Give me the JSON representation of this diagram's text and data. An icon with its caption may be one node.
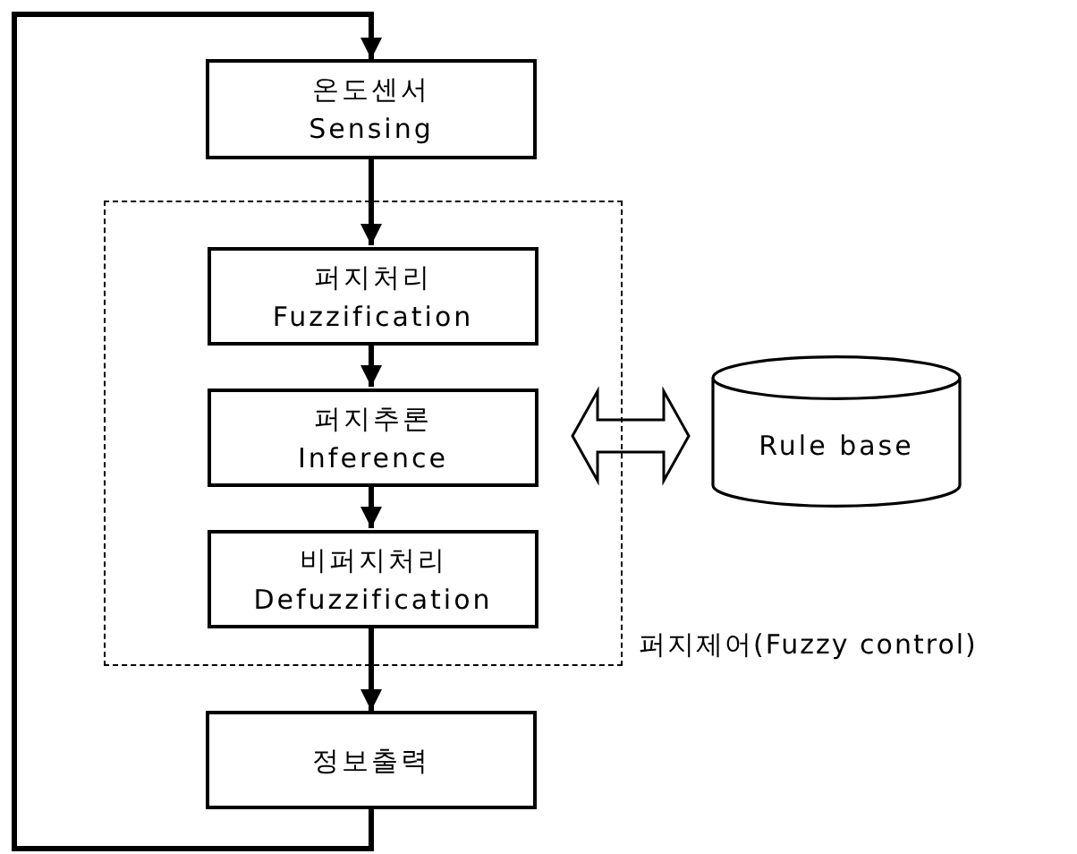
{
  "diagram": {
    "nodes": [
      {
        "text": [
          "온도센서",
          "Sensing"
        ]
      },
      {
        "text": [
          "퍼지제어(Fuzzy control)"
        ]
      },
      {
        "text": [
          "퍼지처리",
          "Fuzzification"
        ],
        "in": 1
      },
      {
        "text": [
          "퍼지추론",
          "Inference"
        ],
        "in": 1
      },
      {
        "text": [
          "비퍼지처리",
          "Defuzzification"
        ],
        "in": 1
      },
      {
        "text": [
          "Rule base"
        ]
      },
      {
        "text": [
          "정보출력"
        ]
      }
    ],
    "edges": [
      {
        "from": 0,
        "to": 2,
        "arrow": "to"
      },
      {
        "from": 2,
        "to": 3,
        "arrow": "to"
      },
      {
        "from": 3,
        "to": 4,
        "arrow": "to"
      },
      {
        "from": 4,
        "to": 6,
        "arrow": "to"
      },
      {
        "from": 6,
        "to": 0,
        "arrow": "to"
      },
      {
        "from": 3,
        "to": 5,
        "arrow": "both"
      }
    ]
  }
}
